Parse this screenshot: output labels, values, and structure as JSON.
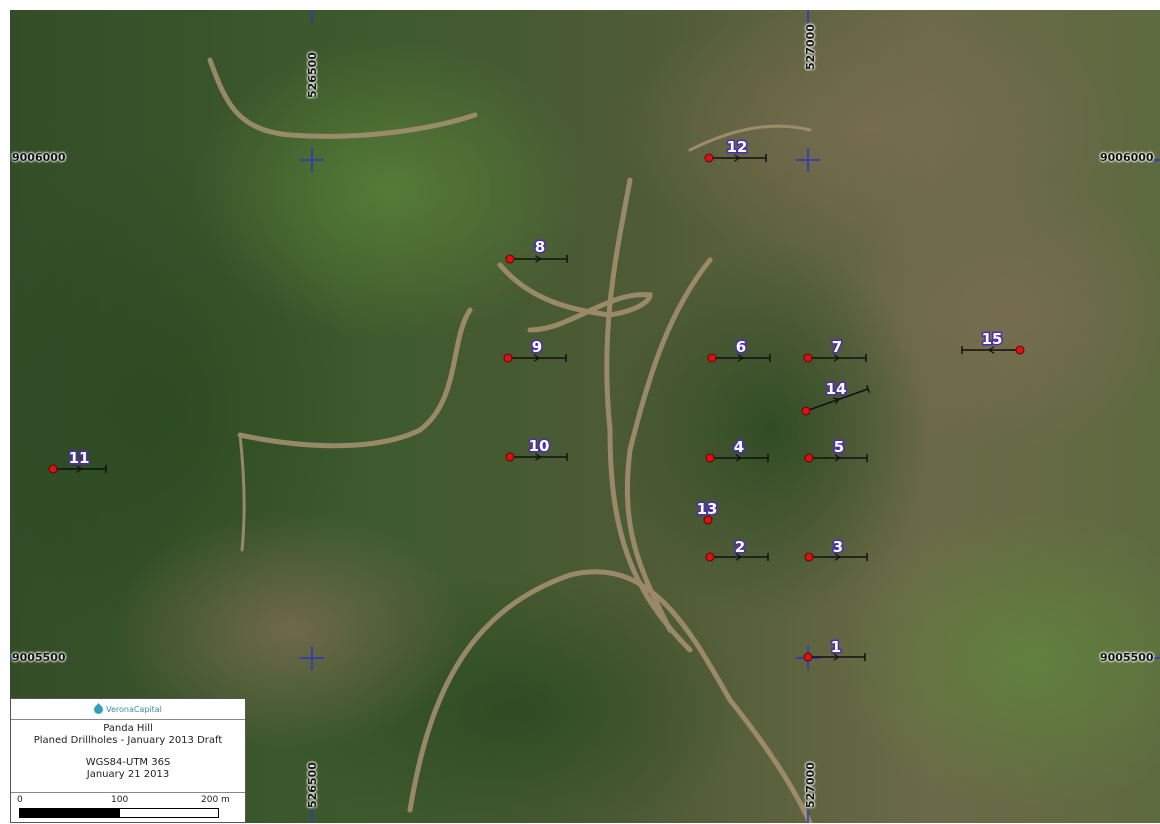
{
  "map": {
    "easting_labels": [
      "526500",
      "527000"
    ],
    "northing_labels": [
      "9006000",
      "9005500"
    ],
    "hole_color": "#e01010",
    "label_color": "#4a2fb0",
    "grid_color": "#2a35c8",
    "drillholes": [
      {
        "id": "1",
        "label": "1"
      },
      {
        "id": "2",
        "label": "2"
      },
      {
        "id": "3",
        "label": "3"
      },
      {
        "id": "4",
        "label": "4"
      },
      {
        "id": "5",
        "label": "5"
      },
      {
        "id": "6",
        "label": "6"
      },
      {
        "id": "7",
        "label": "7"
      },
      {
        "id": "8",
        "label": "8"
      },
      {
        "id": "9",
        "label": "9"
      },
      {
        "id": "10",
        "label": "10"
      },
      {
        "id": "11",
        "label": "11"
      },
      {
        "id": "12",
        "label": "12"
      },
      {
        "id": "13",
        "label": "13"
      },
      {
        "id": "14",
        "label": "14"
      },
      {
        "id": "15",
        "label": "15"
      }
    ]
  },
  "legend": {
    "logo_text": "VeronaCapital",
    "project": "Panda Hill",
    "subtitle": "Planed Drillholes - January 2013 Draft",
    "crs": "WGS84-UTM 36S",
    "date": "January 21 2013",
    "scale_ticks": [
      "0",
      "100",
      "200 m"
    ]
  }
}
